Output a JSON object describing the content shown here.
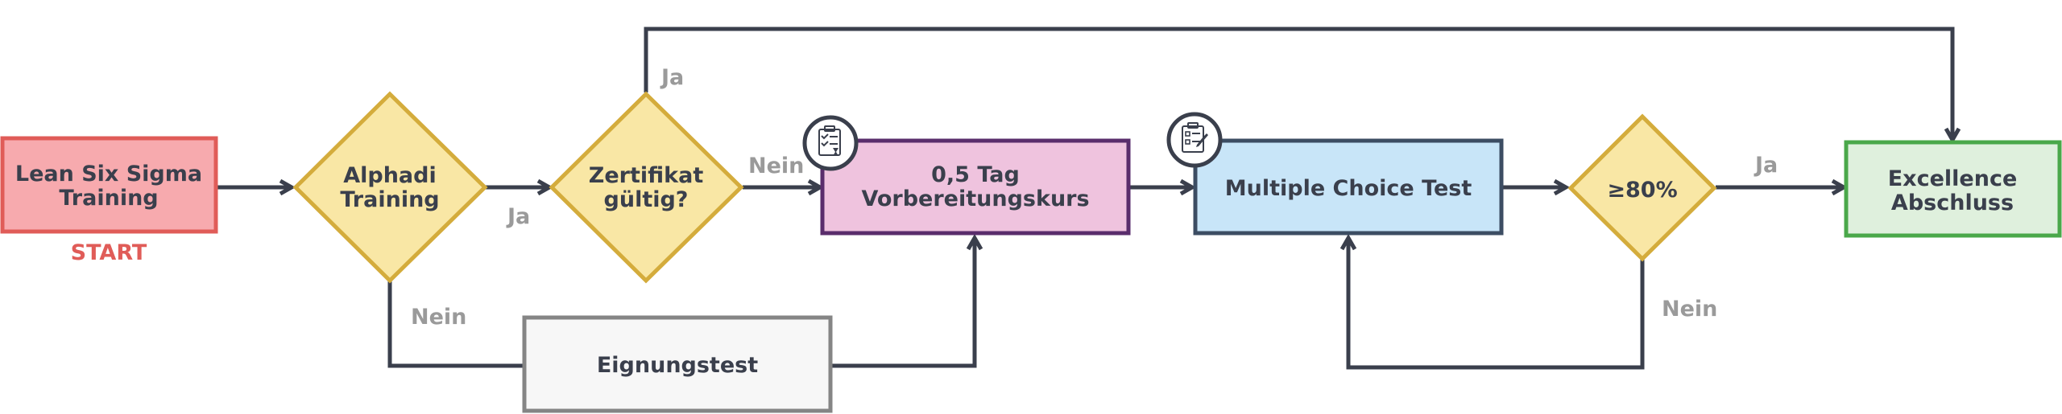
{
  "nodes": {
    "start_box": {
      "lines": [
        "Lean Six Sigma",
        "Training"
      ],
      "fill": "#f7aaae",
      "stroke": "#e05c58"
    },
    "start_label": "START",
    "alphadi": {
      "lines": [
        "Alphadi",
        "Training"
      ],
      "fill": "#f9e7a5",
      "stroke": "#d4ac3c"
    },
    "zertifikat": {
      "lines": [
        "Zertifikat",
        "gültig?"
      ],
      "fill": "#f9e7a5",
      "stroke": "#d4ac3c"
    },
    "vorbereitung": {
      "lines": [
        "0,5 Tag",
        "Vorbereitungskurs"
      ],
      "fill": "#efc3de",
      "stroke": "#5a2d6c"
    },
    "mc_test": {
      "lines": [
        "Multiple Choice Test"
      ],
      "fill": "#c8e5f8",
      "stroke": "#3c4d63"
    },
    "threshold": {
      "lines": [
        "≥80%"
      ],
      "fill": "#f9e7a5",
      "stroke": "#d4ac3c"
    },
    "excellence": {
      "lines": [
        "Excellence",
        "Abschluss"
      ],
      "fill": "#dff0dd",
      "stroke": "#4aa84a"
    },
    "eignungstest": {
      "lines": [
        "Eignungstest"
      ],
      "fill": "#f7f7f7",
      "stroke": "#858585"
    }
  },
  "edge_labels": {
    "alphadi_ja": "Ja",
    "alphadi_nein": "Nein",
    "zertifikat_ja": "Ja",
    "zertifikat_nein": "Nein",
    "threshold_ja": "Ja",
    "threshold_nein": "Nein"
  },
  "icons": {
    "vorbereitung_icon": "checklist-clipboard-icon",
    "mc_test_icon": "clipboard-test-icon"
  },
  "colors": {
    "connector": "#3a3f4c",
    "edge_label": "#9a9a9a"
  }
}
